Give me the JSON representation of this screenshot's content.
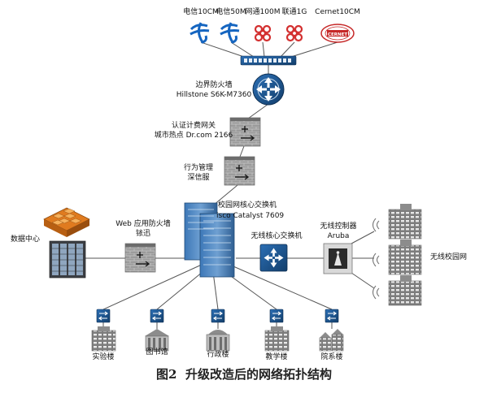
{
  "isps": [
    {
      "label": "电信10CM",
      "logo": "telecom"
    },
    {
      "label": "电信50M",
      "logo": "telecom"
    },
    {
      "label": "网通100M",
      "logo": "netcom"
    },
    {
      "label": "联通1G",
      "logo": "unicom"
    },
    {
      "label": "Cernet10CM",
      "logo": "cernet",
      "logo_text": "CERNET"
    }
  ],
  "border_firewall": {
    "line1": "边界防火墙",
    "line2": "Hillstone S6K-M7360"
  },
  "auth_gateway": {
    "line1": "认证计费网关",
    "line2": "城市热点 Dr.com 2166"
  },
  "behavior_mgmt": {
    "line1": "行为管理",
    "line2": "深信服"
  },
  "core_switch": {
    "line1": "校园网核心交换机",
    "line2": "isco Catalyst 7609"
  },
  "data_center": {
    "label": "数据中心"
  },
  "web_firewall": {
    "line1": "Web 应用防火墙",
    "line2": "铱迅"
  },
  "wireless_core": {
    "label": "无线核心交换机"
  },
  "wireless_controller": {
    "line1": "无线控制器",
    "line2": "Aruba"
  },
  "wireless_campus": {
    "label": "无线校园网"
  },
  "buildings": [
    {
      "label": "实验楼"
    },
    {
      "label": "图书馆"
    },
    {
      "label": "行政楼"
    },
    {
      "label": "教学楼"
    },
    {
      "label": "院系楼"
    }
  ],
  "caption": {
    "fig": "图2",
    "text": "升级改造后的网络拓扑结构"
  },
  "colors": {
    "line": "#555555",
    "switch_blue": "#1f5a96",
    "firewall_gray": "#8a8a8a",
    "building_gray": "#9a9a9a",
    "telecom_blue": "#1565c0",
    "unicom_red": "#d32f2f"
  }
}
